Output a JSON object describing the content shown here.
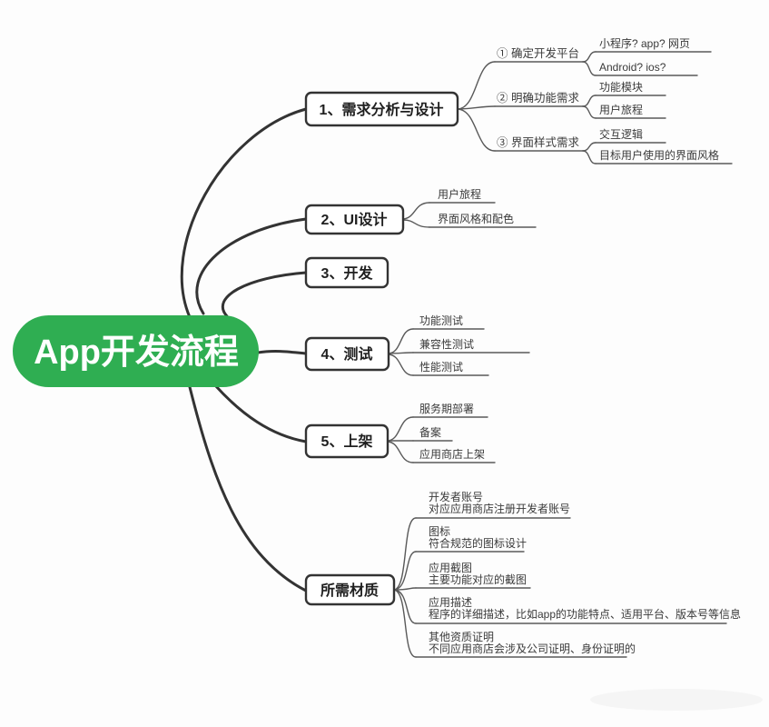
{
  "diagram": {
    "title": "App开发流程"
  },
  "colors": {
    "root_bg": "#2FAE52",
    "root_text": "#ffffff",
    "line_main": "#333333",
    "line_sub": "#595959",
    "box_border": "#333333",
    "text": "#3a3a3a"
  },
  "branches": [
    {
      "label": "1、需求分析与设计",
      "children": [
        {
          "label": "① 确定开发平台",
          "children": [
            {
              "label": "小程序? app? 网页"
            },
            {
              "label": "Android? ios?"
            }
          ]
        },
        {
          "label": "② 明确功能需求",
          "children": [
            {
              "label": "功能模块"
            },
            {
              "label": "用户旅程"
            }
          ]
        },
        {
          "label": "③ 界面样式需求",
          "children": [
            {
              "label": "交互逻辑"
            },
            {
              "label": "目标用户使用的界面风格"
            }
          ]
        }
      ]
    },
    {
      "label": "2、UI设计",
      "children": [
        {
          "label": "用户旅程"
        },
        {
          "label": "界面风格和配色"
        }
      ]
    },
    {
      "label": "3、开发",
      "children": []
    },
    {
      "label": "4、测试",
      "children": [
        {
          "label": "功能测试"
        },
        {
          "label": "兼容性测试"
        },
        {
          "label": "性能测试"
        }
      ]
    },
    {
      "label": "5、上架",
      "children": [
        {
          "label": "服务期部署"
        },
        {
          "label": "备案"
        },
        {
          "label": "应用商店上架"
        }
      ]
    },
    {
      "label": "所需材质",
      "children": [
        {
          "label": "开发者账号",
          "desc": "对应应用商店注册开发者账号"
        },
        {
          "label": "图标",
          "desc": "符合规范的图标设计"
        },
        {
          "label": "应用截图",
          "desc": "主要功能对应的截图"
        },
        {
          "label": "应用描述",
          "desc": "程序的详细描述，比如app的功能特点、适用平台、版本号等信息"
        },
        {
          "label": "其他资质证明",
          "desc": "不同应用商店会涉及公司证明、身份证明的"
        }
      ]
    }
  ]
}
